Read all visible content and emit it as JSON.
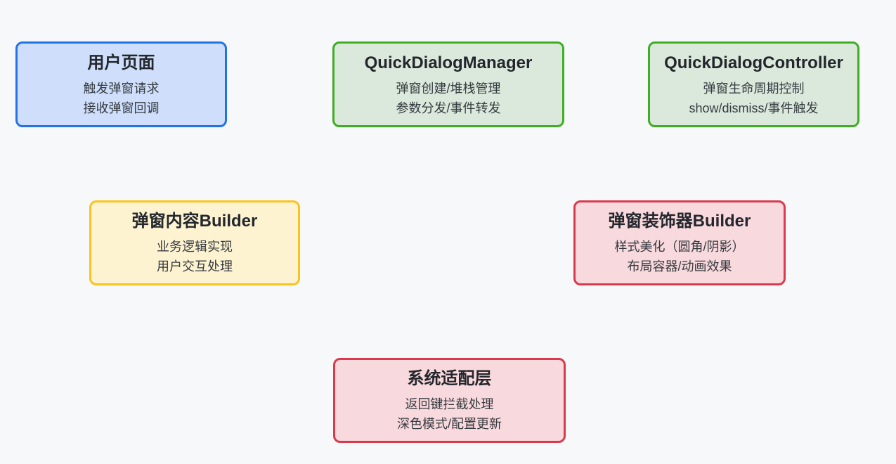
{
  "canvas": {
    "background": "#f7f8fa"
  },
  "palette": {
    "blue": {
      "border": "#2273e8",
      "fill": "#cfdffb"
    },
    "green": {
      "border": "#3fae22",
      "fill": "#dbe9dc"
    },
    "yellow": {
      "border": "#fbc31d",
      "fill": "#fdf3d1"
    },
    "red": {
      "border": "#d93b4d",
      "fill": "#f8d9dd"
    }
  },
  "text_colors": {
    "title": "#23272d",
    "body": "#363b41"
  },
  "nodes": [
    {
      "id": "user-page",
      "variant": "blue",
      "title": "用户页面",
      "lines": [
        "触发弹窗请求",
        "接收弹窗回调"
      ]
    },
    {
      "id": "quickdialog-manager",
      "variant": "green",
      "title": "QuickDialogManager",
      "lines": [
        "弹窗创建/堆栈管理",
        "参数分发/事件转发"
      ]
    },
    {
      "id": "quickdialog-controller",
      "variant": "green",
      "title": "QuickDialogController",
      "lines": [
        "弹窗生命周期控制",
        "show/dismiss/事件触发"
      ]
    },
    {
      "id": "content-builder",
      "variant": "yellow",
      "title": "弹窗内容Builder",
      "lines": [
        "业务逻辑实现",
        "用户交互处理"
      ]
    },
    {
      "id": "decorator-builder",
      "variant": "red",
      "title": "弹窗装饰器Builder",
      "lines": [
        "样式美化（圆角/阴影）",
        "布局容器/动画效果"
      ]
    },
    {
      "id": "system-adapter",
      "variant": "red",
      "title": "系统适配层",
      "lines": [
        "返回键拦截处理",
        "深色模式/配置更新"
      ]
    }
  ]
}
